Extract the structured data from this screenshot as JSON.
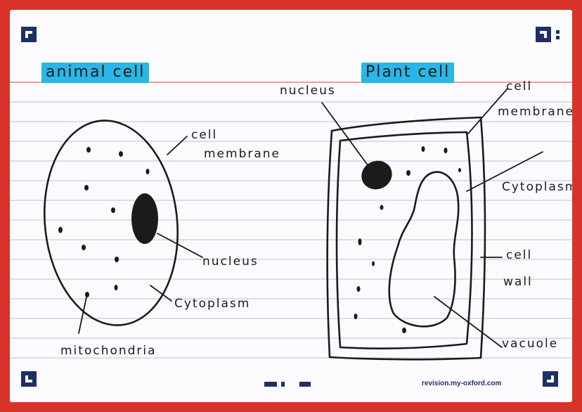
{
  "animal": {
    "heading": "animal cell",
    "labels": {
      "membrane_line1": "cell",
      "membrane_line2": "membrane",
      "nucleus": "nucleus",
      "cytoplasm": "Cytoplasm",
      "mitochondria": "mitochondria"
    }
  },
  "plant": {
    "heading": "Plant cell",
    "labels": {
      "nucleus": "nucleus",
      "membrane_line1": "cell",
      "membrane_line2": "membrane",
      "cytoplasm": "Cytoplasm",
      "wall_line1": "cell",
      "wall_line2": "wall",
      "vacuole": "vacuole"
    }
  },
  "footer": {
    "website": "revision.my-oxford.com"
  },
  "colors": {
    "border": "#d8332a",
    "highlight": "#2ab6e6",
    "ruled_line": "#b8bfe0",
    "margin_line": "#d9847f",
    "brand": "#1f2e66",
    "ink": "#1b1b1b"
  }
}
